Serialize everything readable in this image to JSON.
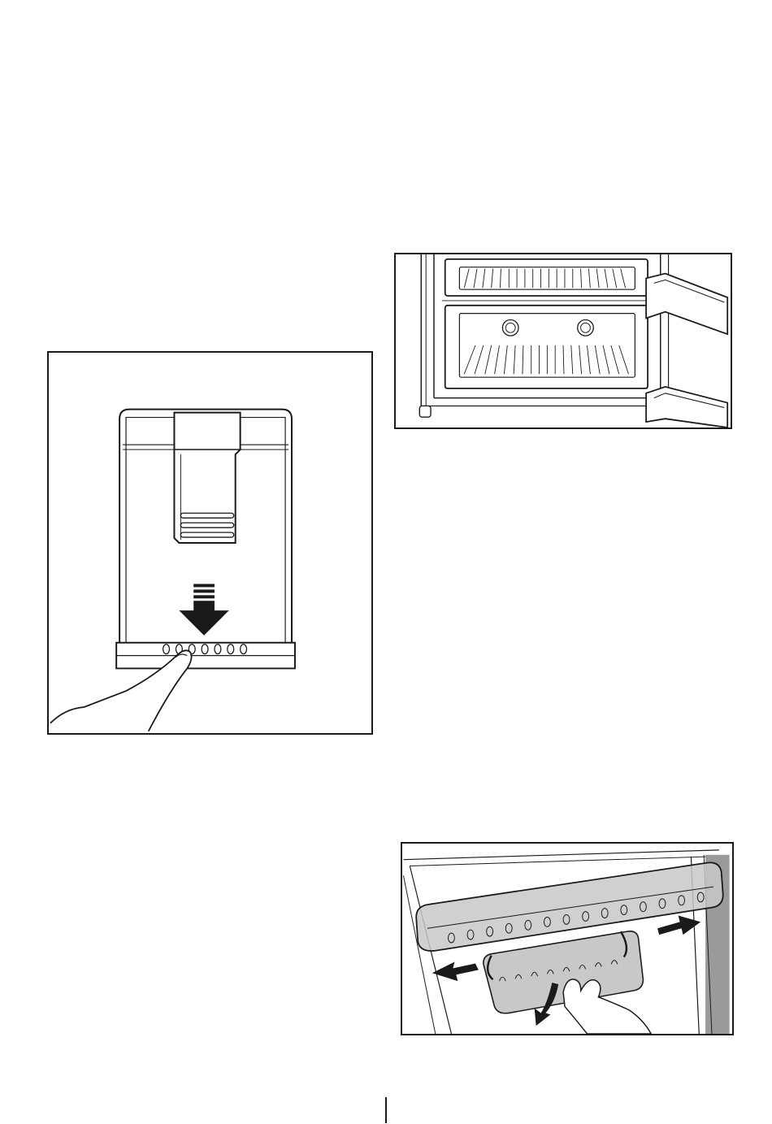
{
  "page": {
    "figures": [
      {
        "id": "dispenser",
        "icon": "water-dispenser-illustration"
      },
      {
        "id": "freezer",
        "icon": "freezer-compartment-illustration"
      },
      {
        "id": "door-shelf",
        "icon": "door-shelf-removal-illustration"
      }
    ],
    "colors": {
      "line": "#1a1a1a",
      "fill_light": "#f2f2f2",
      "fill_shade": "#c8c8c8",
      "fill_dark": "#9a9a9a"
    }
  }
}
